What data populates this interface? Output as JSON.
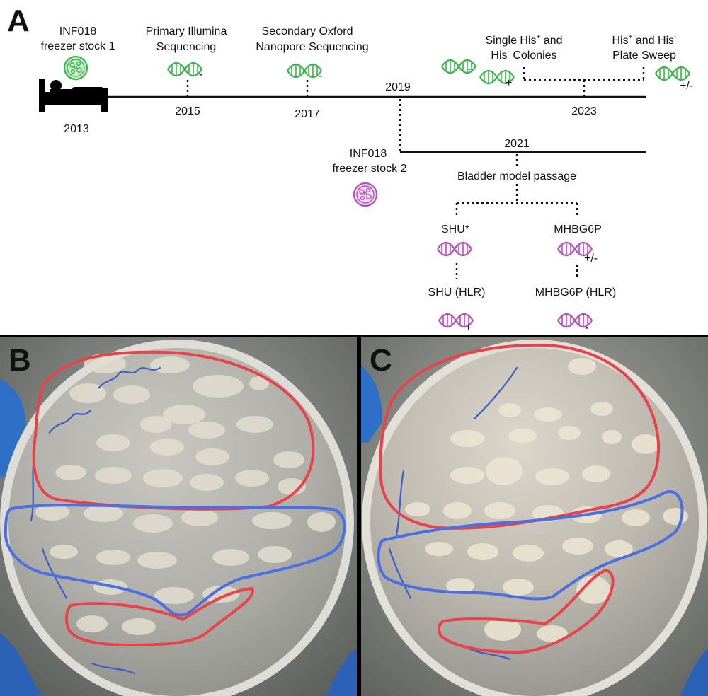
{
  "panels": {
    "a": "A",
    "b": "B",
    "c": "C"
  },
  "timeline": {
    "stock1": {
      "line1": "INF018",
      "line2": "freezer stock 1",
      "year": "2013"
    },
    "illumina": {
      "line1": "Primary Illumina",
      "line2": "Sequencing",
      "year": "2015",
      "sign": "-"
    },
    "nanopore": {
      "line1": "Secondary Oxford",
      "line2": "Nanopore Sequencing",
      "year": "2017",
      "sign": "-"
    },
    "branch_year": "2019",
    "colonies": {
      "line1_pre": "Single His",
      "line1_sup": "+",
      "line1_post": " and",
      "line2_pre": "His",
      "line2_sup": "-",
      "line2_post": " Colonies",
      "sign_minus": "-",
      "sign_plus": "+"
    },
    "sweep": {
      "line1_pre": "His",
      "line1_sup": "+",
      "line1_mid": " and His",
      "line1_sup2": "-",
      "line2": "Plate Sweep",
      "sign": "+/-"
    },
    "year_2023": "2023",
    "year_2021": "2021",
    "stock2": {
      "line1": "INF018",
      "line2": "freezer stock 2"
    },
    "bladder": "Bladder model passage",
    "shu": {
      "label": "SHU*"
    },
    "mhbg": {
      "label": "MHBG6P",
      "sign": "+/-"
    },
    "shu_hlr": {
      "label": "SHU (HLR)",
      "sign": "+"
    },
    "mhbg_hlr": {
      "label": "MHBG6P (HLR)",
      "sign": "-"
    }
  },
  "colors": {
    "green": "#3bb54a",
    "purple": "#b84cc0",
    "red": "#e8434a",
    "blue": "#4a6fe3",
    "ink": "#111111"
  },
  "icons": {
    "patient": "bed-icon",
    "stock": "petri-dish-icon",
    "sequence": "dna-icon"
  }
}
